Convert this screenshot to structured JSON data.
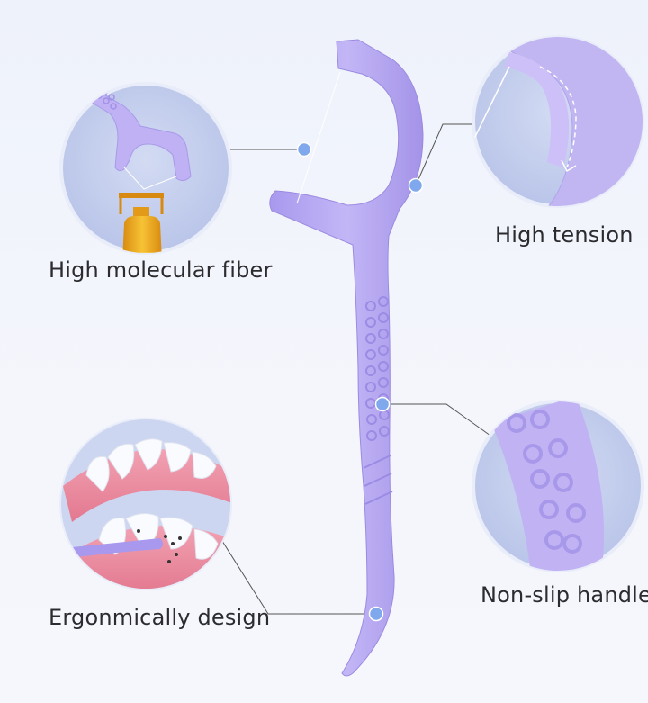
{
  "labels": {
    "fiber": "High molecular fiber",
    "tension": "High tension",
    "handle": "Non-slip handle",
    "ergonomic": "Ergonmically design"
  },
  "colors": {
    "background": "#eef2fb",
    "product_purple": "#b6a8f0",
    "dot_blue": "#7fa9ec",
    "circle_fill": "#c6d0ee",
    "text": "#2c2c30"
  },
  "icons": [
    "floss-pick",
    "oil-bottle",
    "teeth-model",
    "tension-arrow"
  ]
}
